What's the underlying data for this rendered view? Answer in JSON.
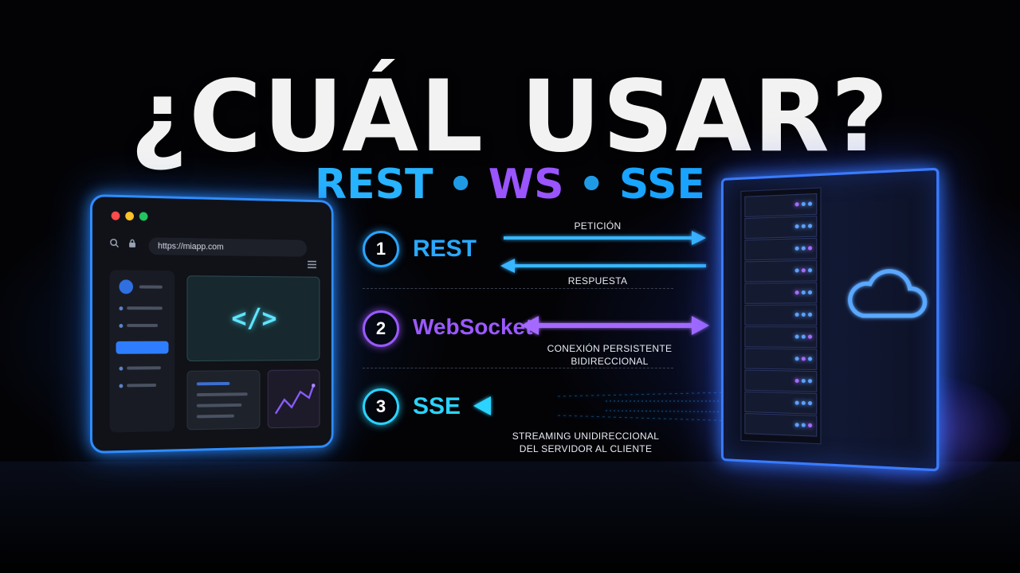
{
  "title": "¿CUÁL USAR?",
  "subtitle": {
    "rest": "REST",
    "ws": "WS",
    "sse": "SSE",
    "separator": "•"
  },
  "browser": {
    "url": "https://miapp.com",
    "code_symbol": "</>"
  },
  "protocols": [
    {
      "number": "1",
      "name": "REST",
      "color": "#2aa9ff",
      "caption_top": "PETICIÓN",
      "caption_bottom": "RESPUESTA"
    },
    {
      "number": "2",
      "name": "WebSocket",
      "color": "#9b59ff",
      "caption_line1": "CONEXIÓN PERSISTENTE",
      "caption_line2": "BIDIRECCIONAL"
    },
    {
      "number": "3",
      "name": "SSE",
      "color": "#2ad4ff",
      "caption_line1": "STREAMING UNIDIRECCIONAL",
      "caption_line2": "DEL SERVIDOR AL CLIENTE"
    }
  ],
  "icons": [
    "search-icon",
    "lock-icon",
    "menu-icon",
    "code-icon",
    "trend-chart-icon",
    "cloud-icon",
    "server-rack-icon"
  ],
  "colors": {
    "blue_glow": "#2f8dff",
    "purple": "#9b59ff",
    "cyan": "#2ad4ff"
  }
}
